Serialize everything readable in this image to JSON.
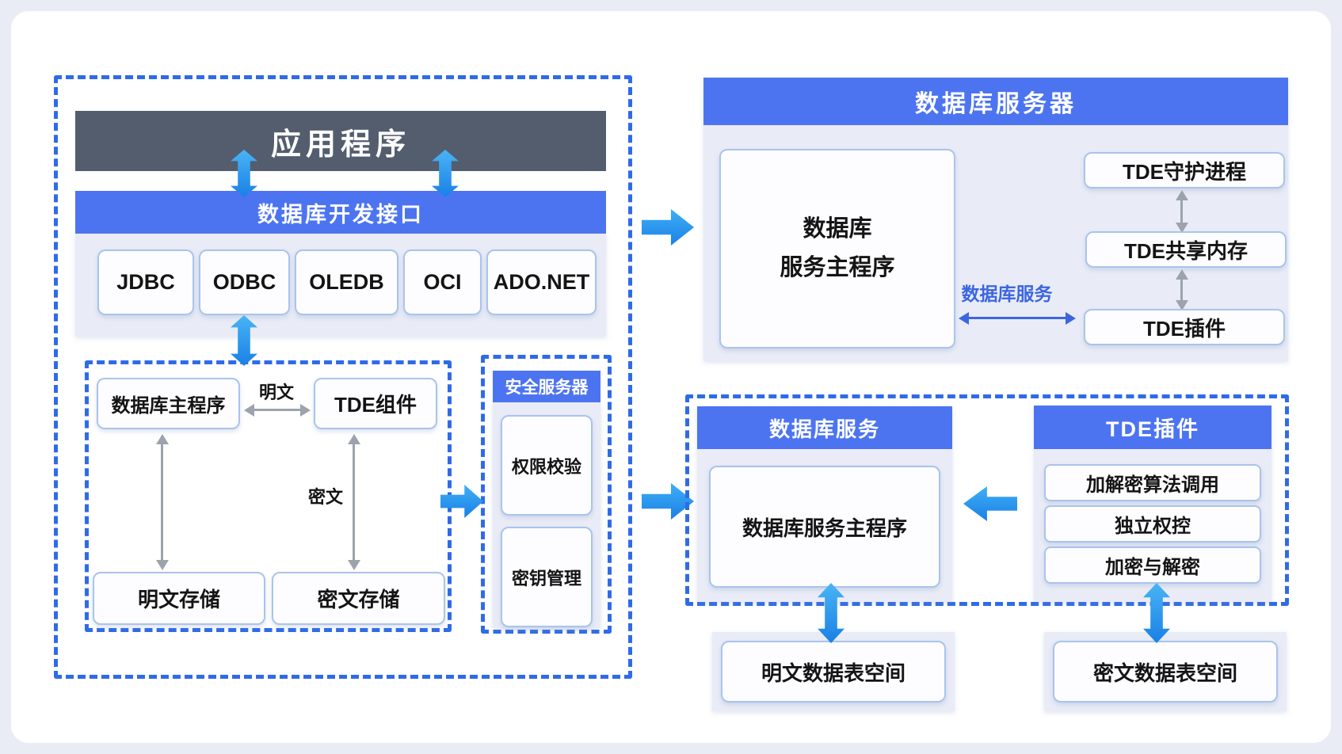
{
  "left_section": {
    "app_bar": "应用程序",
    "dev_interface_bar": "数据库开发接口",
    "api_boxes": [
      "JDBC",
      "ODBC",
      "OLEDB",
      "OCI",
      "ADO.NET"
    ],
    "storage_group": {
      "db_main_program": "数据库主程序",
      "tde_component": "TDE组件",
      "plaintext_label": "明文",
      "ciphertext_label": "密文",
      "plaintext_storage": "明文存储",
      "ciphertext_storage": "密文存储"
    },
    "security_server": {
      "title": "安全服务器",
      "permission_check": "权限校验",
      "key_management": "密钥管理"
    }
  },
  "db_server_section": {
    "title": "数据库服务器",
    "main_program_line1": "数据库",
    "main_program_line2": "服务主程序",
    "tde_daemon": "TDE守护进程",
    "tde_shared_memory": "TDE共享内存",
    "tde_plugin": "TDE插件",
    "db_service_arrow_label": "数据库服务"
  },
  "service_section": {
    "db_service_title": "数据库服务",
    "db_service_main_program": "数据库服务主程序",
    "tde_plugin_title": "TDE插件",
    "plugin_items": [
      "加解密算法调用",
      "独立权控",
      "加密与解密"
    ]
  },
  "tablespaces": {
    "plaintext": "明文数据表空间",
    "ciphertext": "密文数据表空间"
  },
  "colors": {
    "header_blue": "#4D74F0",
    "dark_slate": "#535D6E",
    "dashed_border_blue": "#2F6BE8",
    "arrow_blue": "#2196EB",
    "arrow_gray": "#9CA3AC",
    "panel_bg": "#E9ECF6",
    "label_blue": "#3C66E0"
  }
}
